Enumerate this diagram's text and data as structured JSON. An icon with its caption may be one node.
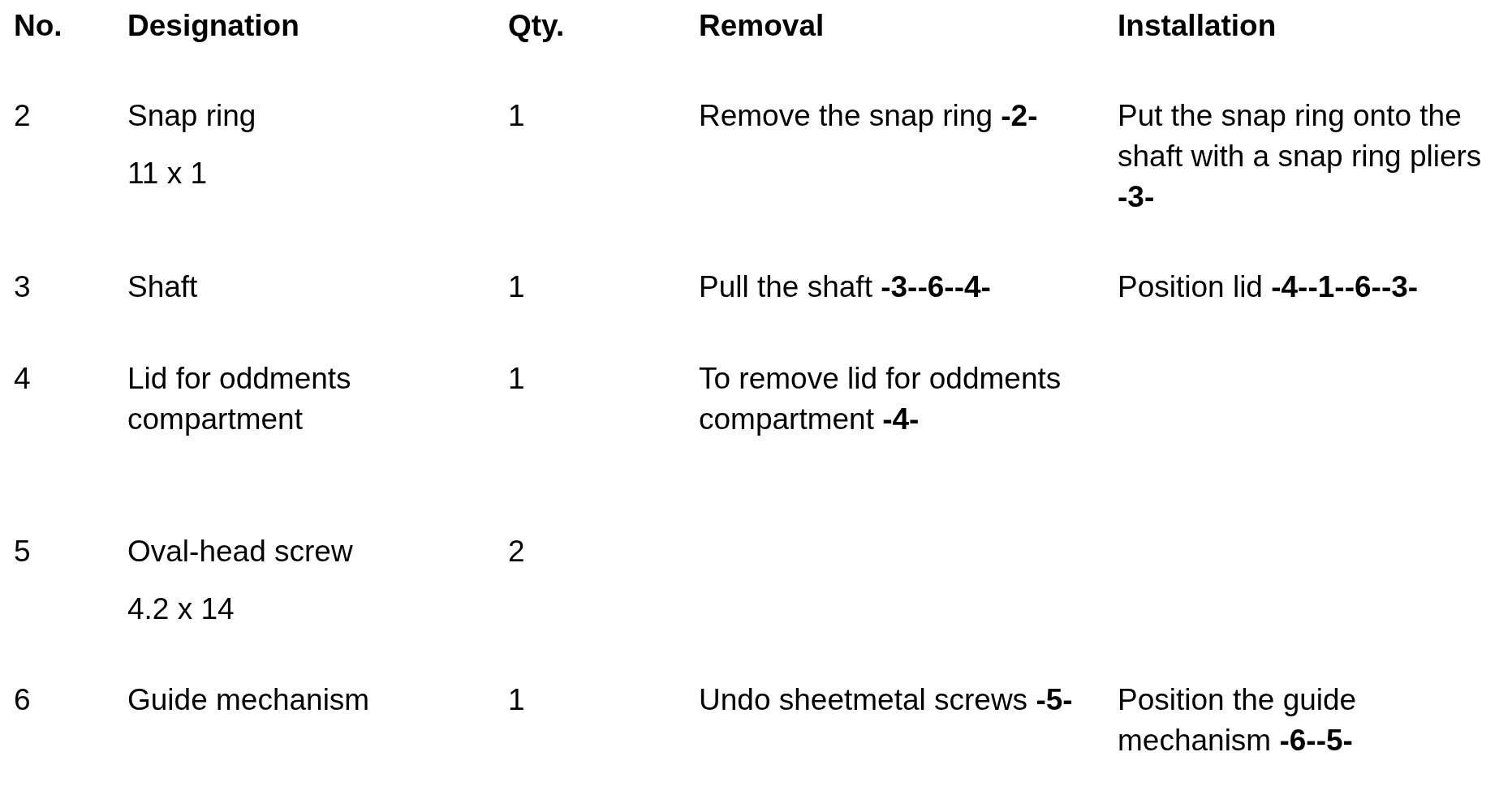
{
  "diagram": {
    "labels": [
      "No.",
      "Designation",
      "Qty.",
      "Removal",
      "Installation",
      "2",
      "Snap ring",
      "11 x 1",
      "1",
      "Remove the snap ring **-2-**",
      "Put the snap ring onto the shaft with a snap ring pliers **-3-**",
      "3",
      "Shaft",
      "1",
      "Pull the shaft **-3--6--4-**",
      "Position lid **-4--1--6--3-**",
      "4",
      "Lid for oddments compartment",
      "1",
      "To remove lid for oddments compartment **-4-**",
      "5",
      "Oval-head screw",
      "4.2 x 14",
      "2",
      "6",
      "Guide mechanism",
      "1",
      "Undo sheetmetal screws **-5-**",
      "Position the guide mechanism **-6--5-**"
    ]
  }
}
